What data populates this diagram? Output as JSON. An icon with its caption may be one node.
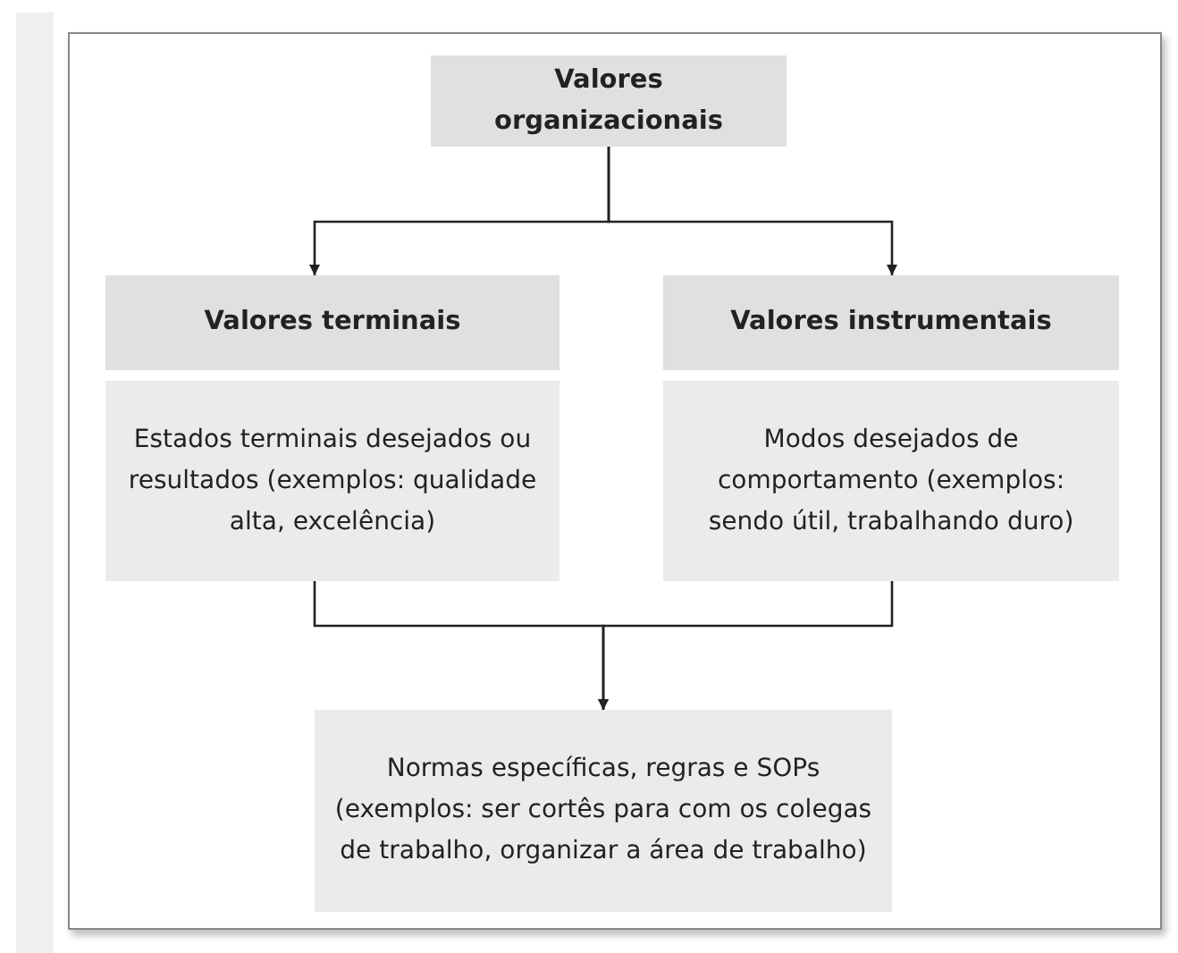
{
  "diagram": {
    "nodes": [
      {
        "text": [
          "Valores organizacionais"
        ]
      },
      {
        "text": [
          "Valores terminais"
        ]
      },
      {
        "text": [
          "Estados terminais desejados ou resultados (exemplos: qualidade alta, excelência)"
        ]
      },
      {
        "text": [
          "Valores instrumentais"
        ]
      },
      {
        "text": [
          "Modos desejados de comportamento (exemplos: sendo útil, trabalhando duro)"
        ]
      },
      {
        "text": [
          "Normas específicas, regras e SOPs (exemplos: ser cortês para com os colegas de trabalho, organizar a área de trabalho)"
        ]
      }
    ],
    "edges": [
      {
        "from": 0,
        "to": 1,
        "arrow": "to"
      },
      {
        "from": 0,
        "to": 3,
        "arrow": "to"
      },
      {
        "from": 2,
        "to": 5,
        "arrow": "to"
      },
      {
        "from": 4,
        "to": 5,
        "arrow": "to"
      }
    ]
  }
}
